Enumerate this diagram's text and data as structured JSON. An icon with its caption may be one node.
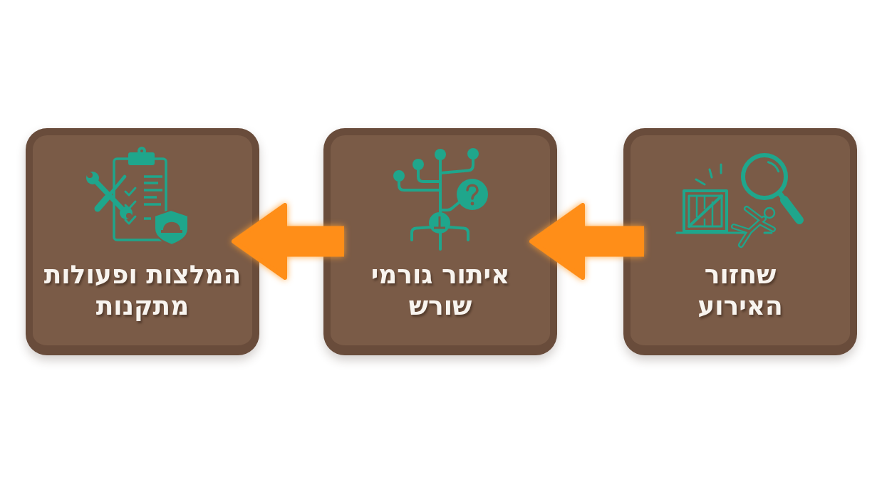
{
  "diagram": {
    "nodes": [
      {
        "text": [
          "שחזור האירוע"
        ]
      },
      {
        "text": [
          "איתור גורמי שורש"
        ]
      },
      {
        "text": [
          "המלצות ופעולות מתקנות"
        ]
      }
    ],
    "edges": [
      {
        "from": 0,
        "to": 1,
        "arrow": "to"
      },
      {
        "from": 1,
        "to": 2,
        "arrow": "to"
      }
    ]
  }
}
